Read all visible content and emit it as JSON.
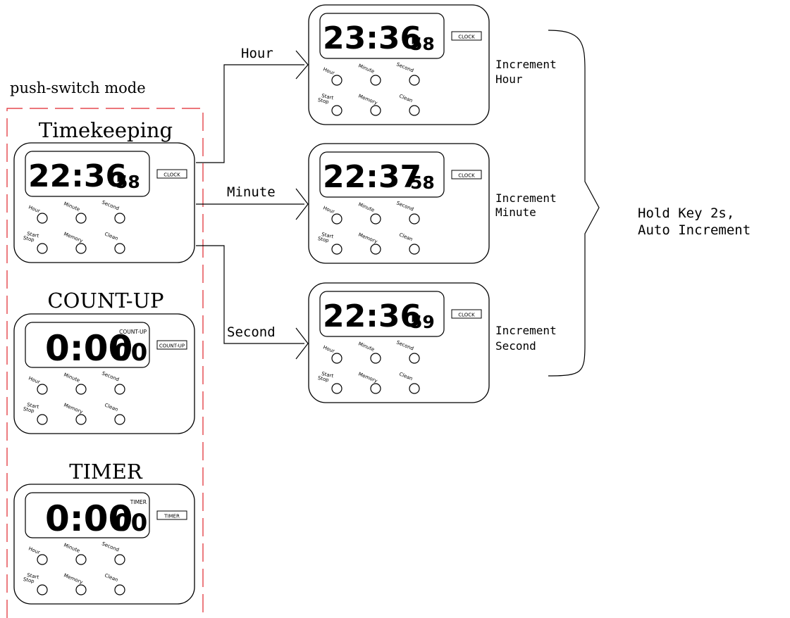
{
  "mode_group": {
    "title": "push-switch mode",
    "timekeeping_label": "Timekeeping",
    "countup_label": "COUNT-UP",
    "timer_label": "TIMER"
  },
  "arrows": {
    "hour": "Hour",
    "minute": "Minute",
    "second": "Second"
  },
  "increments": {
    "hour": [
      "Increment",
      "Hour"
    ],
    "minute": [
      "Increment",
      "Minute"
    ],
    "second": [
      "Increment",
      "Second"
    ]
  },
  "brace_note": [
    "Hold Key 2s,",
    "Auto Increment"
  ],
  "buttons": {
    "hour": "Hour",
    "minute": "Minute",
    "second": "Second",
    "start_line1": "Start",
    "start_line2": "Stop",
    "memory": "Memory",
    "clean": "Clean"
  },
  "devices": {
    "timekeeping": {
      "main": "22:36",
      "small": "58",
      "badge": "CLOCK",
      "lcd_tag": ""
    },
    "countup": {
      "main": "0:00",
      "small": "00",
      "badge": "COUNT-UP",
      "lcd_tag": "COUNT-UP"
    },
    "timer": {
      "main": "0:00",
      "small": "00",
      "badge": "TIMER",
      "lcd_tag": "TIMER"
    },
    "hour_inc": {
      "main": "23:36",
      "small": "58",
      "badge": "CLOCK",
      "lcd_tag": ""
    },
    "minute_inc": {
      "main": "22:37",
      "small": "58",
      "badge": "CLOCK",
      "lcd_tag": ""
    },
    "second_inc": {
      "main": "22:36",
      "small": "59",
      "badge": "CLOCK",
      "lcd_tag": ""
    }
  },
  "colors": {
    "mode_border": "#e0252c",
    "line": "#000000"
  }
}
